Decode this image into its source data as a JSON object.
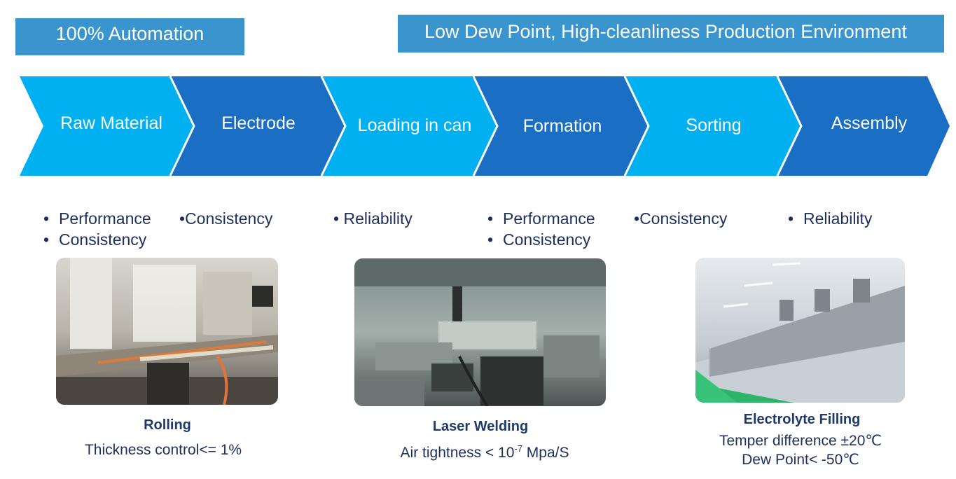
{
  "banners": {
    "left": "100% Automation",
    "right": "Low Dew Point, High-cleanliness Production Environment"
  },
  "process": {
    "steps": [
      {
        "label": "Raw Material",
        "color": "#00b0f0"
      },
      {
        "label": "Electrode",
        "color": "#1a6fc4"
      },
      {
        "label": "Loading in can",
        "color": "#00b0f0"
      },
      {
        "label": "Formation",
        "color": "#1a6fc4"
      },
      {
        "label": "Sorting",
        "color": "#00b0f0"
      },
      {
        "label": "Assembly",
        "color": "#1a6fc4"
      }
    ]
  },
  "features": {
    "raw_material": [
      "Performance",
      "Consistency"
    ],
    "electrode": [
      "Consistency"
    ],
    "loading": [
      "Reliability"
    ],
    "formation": [
      "Performance",
      "Consistency"
    ],
    "sorting": [
      "Consistency"
    ],
    "assembly": [
      "Reliability"
    ],
    "bullet": "•"
  },
  "photos": {
    "rolling": {
      "title": "Rolling",
      "line1": "Thickness control<= 1%"
    },
    "laser": {
      "title": "Laser Welding",
      "line1_prefix": "Air tightness < 10",
      "line1_sup": "-7",
      "line1_suffix": " Mpa/S"
    },
    "filling": {
      "title": "Electrolyte Filling",
      "line1": "Temper difference ±20℃",
      "line2": "Dew Point< -50℃"
    }
  }
}
